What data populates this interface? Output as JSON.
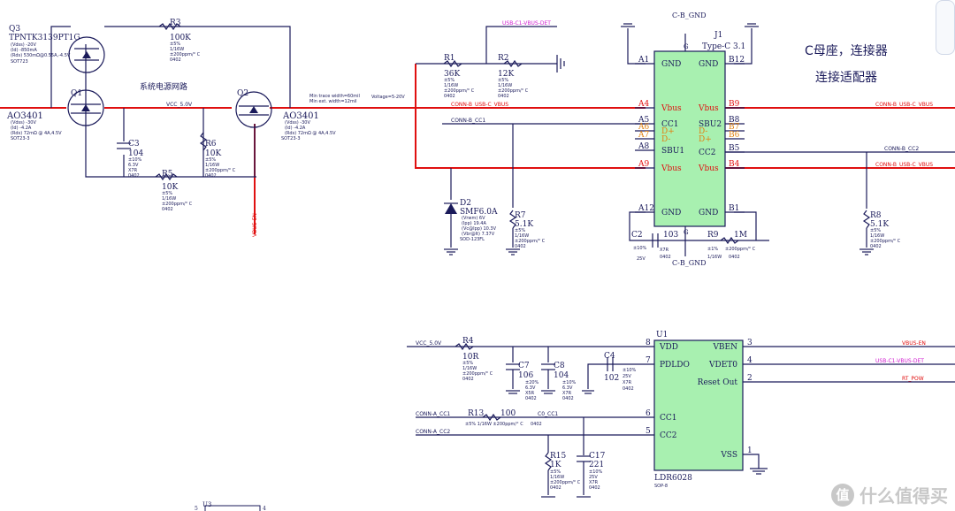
{
  "q3": {
    "ref": "Q3",
    "part": "TPNTK3139PT1G",
    "specs": [
      "(Vdss) -20V",
      "(Id) -850mA",
      "(Rds) 530mΩ@0.55A,-4.5V"
    ],
    "pkg": "SOT723"
  },
  "q1": {
    "ref": "Q1",
    "part": "AO3401",
    "specs": [
      "(Vdss) -30V",
      "(Id) -4.2A",
      "(Rds) 72mΩ @ 4A,4.5V"
    ],
    "pkg": "SOT23-3"
  },
  "q2": {
    "ref": "Q2",
    "part": "AO3401",
    "specs": [
      "(Vdss) -30V",
      "(Id) -4.2A",
      "(Rds) 72mΩ @ 4A,4.5V"
    ],
    "pkg": "SOT23-3"
  },
  "r3": {
    "ref": "R3",
    "value": "100K",
    "specs": [
      "±5%",
      "1/16W",
      "±200ppm/° C"
    ],
    "pkg": "0402"
  },
  "r6": {
    "ref": "R6",
    "value": "10K",
    "specs": [
      "±5%",
      "1/16W",
      "±200ppm/° C"
    ],
    "pkg": "0402"
  },
  "r5": {
    "ref": "R5",
    "value": "10K",
    "specs": [
      "±5%",
      "1/16W",
      "±200ppm/° C"
    ],
    "pkg": "0402"
  },
  "c3": {
    "ref": "C3",
    "value": "104",
    "specs": [
      "±10%",
      "6.3V",
      "X7R"
    ],
    "pkg": "0402"
  },
  "r1": {
    "ref": "R1",
    "value": "36K",
    "specs": [
      "±5%",
      "1/16W",
      "±200ppm/° C"
    ],
    "pkg": "0402"
  },
  "r2": {
    "ref": "R2",
    "value": "12K",
    "specs": [
      "±5%",
      "1/16W",
      "±200ppm/° C"
    ],
    "pkg": "0402"
  },
  "r7": {
    "ref": "R7",
    "value": "5.1K",
    "specs": [
      "±5%",
      "1/16W",
      "±200ppm/° C"
    ],
    "pkg": "0402"
  },
  "r8": {
    "ref": "R8",
    "value": "5.1K",
    "specs": [
      "±5%",
      "1/16W",
      "±200ppm/° C"
    ],
    "pkg": "0402"
  },
  "r9": {
    "ref": "R9",
    "value": "1M",
    "specs": [
      "±1%",
      "1/16W",
      "±200ppm/° C"
    ],
    "pkg": "0402"
  },
  "c2": {
    "ref": "C2",
    "value": "103",
    "specs": [
      "±10%",
      "25V",
      "X7R"
    ],
    "pkg": "0402"
  },
  "d2": {
    "ref": "D2",
    "part": "SMF6.0A",
    "specs": [
      "(Vrwm) 6V",
      "(Ipp) 19.4A",
      "(Vc@Ipp) 10.3V",
      "(Vbr@It) 7.37V"
    ],
    "pkg": "SOD-123FL"
  },
  "labels": {
    "power_path": "系统电源网路",
    "vcc": "VCC_5.0V",
    "vbus_en": "VBUS-EN",
    "min_trace": "Min trace width=60mil",
    "min_ext": "Min ext. width=12mil",
    "voltage": "Voltage=5-20V",
    "conn_vbus": "CONN-B_USB-C_VBUS",
    "conn_cc1": "CONN-B_CC1",
    "conn_cc2": "CONN-B_CC2",
    "usb_det": "USB-C1-VBUS-DET",
    "cb_gnd": "C-B_GND",
    "title1": "C母座，连接器",
    "title2": "连接适配器"
  },
  "j1": {
    "ref": "J1",
    "type": "Type-C 3.1",
    "left_pins": [
      [
        "A1",
        "GND"
      ],
      [
        "A4",
        "Vbus"
      ],
      [
        "A5",
        "CC1"
      ],
      [
        "A6",
        "D+"
      ],
      [
        "A7",
        "D-"
      ],
      [
        "A8",
        "SBU1"
      ],
      [
        "A9",
        "Vbus"
      ],
      [
        "A12",
        "GND"
      ]
    ],
    "right_pins": [
      [
        "B12",
        "GND"
      ],
      [
        "B9",
        "Vbus"
      ],
      [
        "B8",
        "SBU2"
      ],
      [
        "B7",
        "D-"
      ],
      [
        "B6",
        "D+"
      ],
      [
        "B5",
        "CC2"
      ],
      [
        "B4",
        "Vbus"
      ],
      [
        "B1",
        "GND"
      ]
    ],
    "shield": "G"
  },
  "u1": {
    "ref": "U1",
    "part": "LDR6028",
    "pkg": "SOP-8",
    "left_pins": [
      [
        "8",
        "VDD"
      ],
      [
        "7",
        "PDLDO"
      ],
      [
        "6",
        "CC1"
      ],
      [
        "5",
        "CC2"
      ]
    ],
    "right_pins": [
      [
        "3",
        "VBEN"
      ],
      [
        "4",
        "VDET0"
      ],
      [
        "2",
        "Reset Out"
      ],
      [
        "1",
        "VSS"
      ]
    ]
  },
  "u1_nets": {
    "vcc": "VCC_5.0V",
    "cc1": "CONN-A_CC1",
    "cc2": "CONN-A_CC2",
    "c0cc1": "C0_CC1",
    "vbus_en": "VBUS-EN",
    "det": "USB-C1-VBUS-DET",
    "rt": "RT_POW"
  },
  "r4": {
    "ref": "R4",
    "value": "10R",
    "specs": [
      "±5%",
      "1/16W",
      "±200ppm/° C"
    ],
    "pkg": "0402"
  },
  "c7": {
    "ref": "C7",
    "value": "106",
    "specs": [
      "±20%",
      "6.3V",
      "X5R"
    ],
    "pkg": "0402"
  },
  "c8": {
    "ref": "C8",
    "value": "104",
    "specs": [
      "±10%",
      "6.3V",
      "X7R"
    ],
    "pkg": "0402"
  },
  "c4": {
    "ref": "C4",
    "value": "102",
    "specs": [
      "±10%",
      "25V",
      "X7R"
    ],
    "pkg": "0402"
  },
  "r13": {
    "ref": "R13",
    "value": "100",
    "specs": "±5% 1/16W ±200ppm/° C",
    "pkg": "0402"
  },
  "r15": {
    "ref": "R15",
    "value": "1K",
    "specs": [
      "±5%",
      "1/16W",
      "±200ppm/° C"
    ],
    "pkg": "0402"
  },
  "c17": {
    "ref": "C17",
    "value": "221",
    "specs": [
      "±10%",
      "25V",
      "X7R"
    ],
    "pkg": "0402"
  },
  "u3": {
    "ref": "U3",
    "p1": "5",
    "p2": "4"
  },
  "watermark": {
    "icon": "值",
    "text": "什么值得买"
  },
  "colors": {
    "wire": "#1a1a5a",
    "power": "#e01010",
    "chip": "#a8f0b0",
    "pink": "#d020d0",
    "orange": "#e08010"
  }
}
